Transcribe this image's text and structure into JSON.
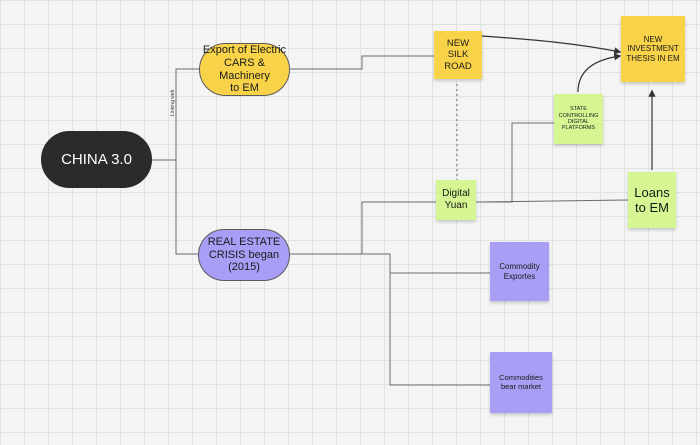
{
  "nodes": {
    "china": "CHINA 3.0",
    "export": "Export of Electric\nCARS & Machinery\nto EM",
    "real_estate": "REAL ESTATE\nCRISIS began\n(2015)",
    "new_silk_road": "NEW\nSILK\nROAD",
    "new_investment": "NEW\nINVESTMENT\nTHESIS IN EM",
    "state_controlling": "STATE\nCONTROLLING\nDIGITAL\nPLATFORMS",
    "digital_yuan": "Digital\nYuan",
    "loans": "Loans\nto EM",
    "commodity_exportes": "Commodity\nExportes",
    "commodities_bear": "Commodities\nbear market"
  },
  "edge_label": "Linking web",
  "colors": {
    "background": "#f4f4f4",
    "grid": "#e2e2e2",
    "china_pill": "#2b2b2b",
    "yellow": "#f8d34a",
    "green": "#d5f692",
    "purple": "#a99ef5",
    "connector": "#555555"
  }
}
